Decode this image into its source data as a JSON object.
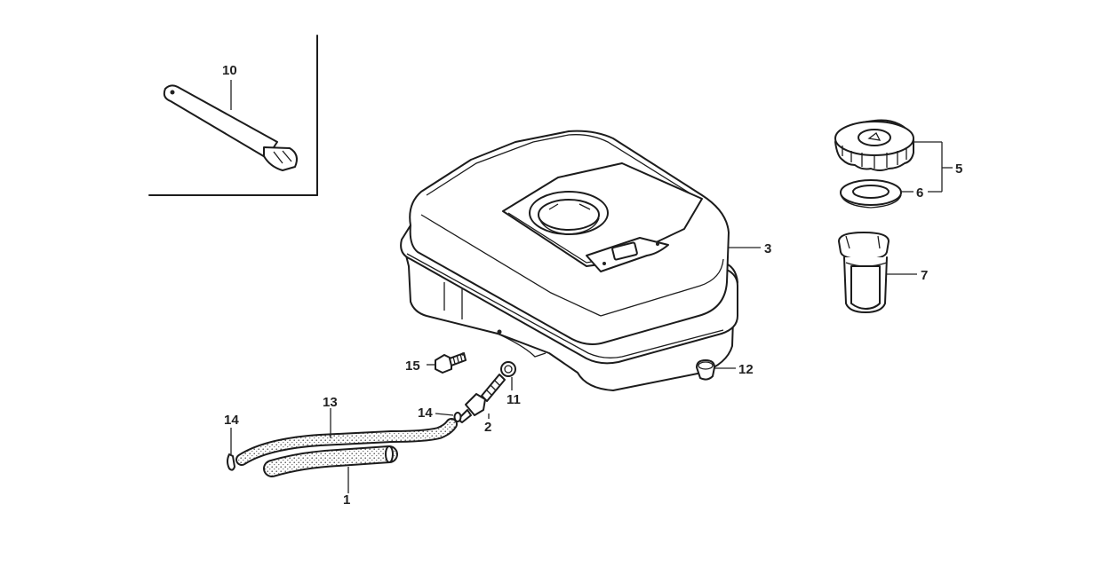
{
  "diagram": {
    "callouts": {
      "c1": "1",
      "c2": "2",
      "c3": "3",
      "c5": "5",
      "c6": "6",
      "c7": "7",
      "c10": "10",
      "c11": "11",
      "c12": "12",
      "c13": "13",
      "c14a": "14",
      "c14b": "14",
      "c15": "15"
    },
    "colors": {
      "ink": "#1c1c1c",
      "paper": "#ffffff",
      "stipple": "#e2e2e2"
    }
  }
}
